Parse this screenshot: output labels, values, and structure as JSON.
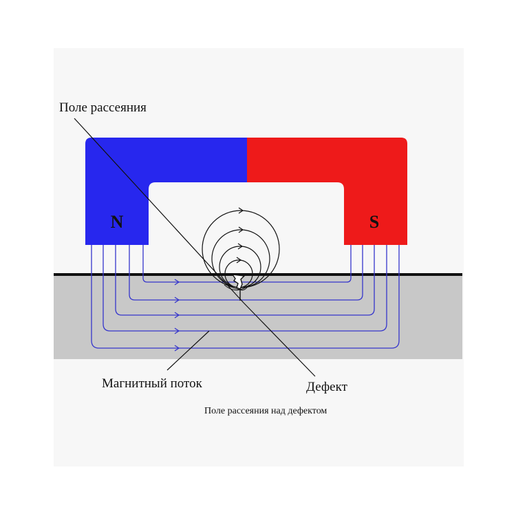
{
  "labels": {
    "stray_field": "Поле рассеяния",
    "magnetic_flux": "Магнитный поток",
    "defect": "Дефект",
    "caption": "Поле рассеяния над дефектом",
    "north": "N",
    "south": "S"
  },
  "colors": {
    "north_pole": "#2727ee",
    "south_pole": "#ee1a1a",
    "workpiece": "#c8c8c8",
    "surface_line": "#111111",
    "flux_lines": "#3535cc",
    "stray_field_lines": "#111111",
    "leader_lines": "#111111",
    "background_panel": "#f7f7f7"
  },
  "icons": {
    "flux_arrow": "chevron-right-icon"
  }
}
